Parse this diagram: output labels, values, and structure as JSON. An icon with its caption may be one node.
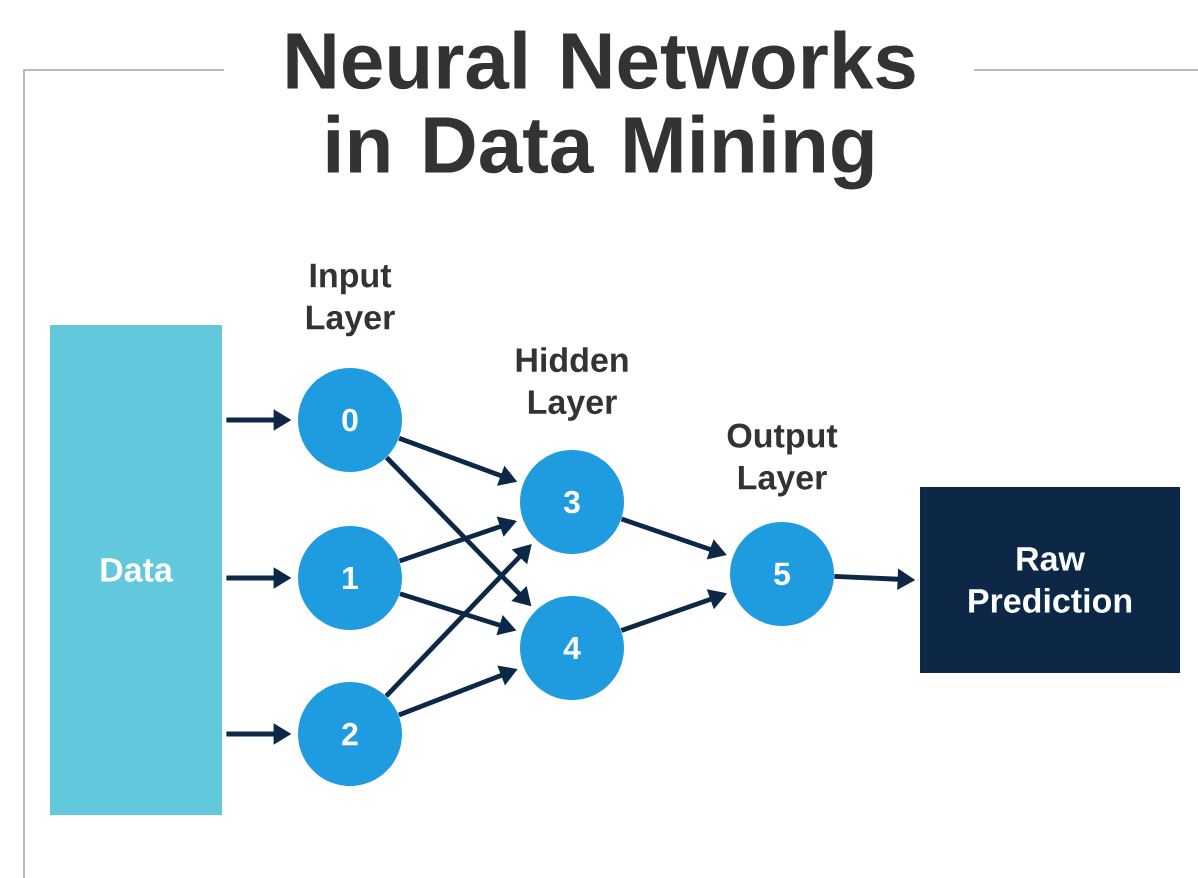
{
  "diagram": {
    "title": "Neural Networks in Data Mining",
    "nodes": [
      {
        "text": [
          "Data"
        ]
      },
      {
        "text": [
          "0"
        ]
      },
      {
        "text": [
          "1"
        ]
      },
      {
        "text": [
          "2"
        ]
      },
      {
        "text": [
          "3"
        ]
      },
      {
        "text": [
          "4"
        ]
      },
      {
        "text": [
          "5"
        ]
      },
      {
        "text": [
          "Raw Prediction"
        ]
      }
    ],
    "edges": [
      {
        "from": 0,
        "to": 1,
        "arrow": "to"
      },
      {
        "from": 0,
        "to": 2,
        "arrow": "to"
      },
      {
        "from": 0,
        "to": 3,
        "arrow": "to"
      },
      {
        "from": 1,
        "to": 4,
        "arrow": "to"
      },
      {
        "from": 1,
        "to": 5,
        "arrow": "to"
      },
      {
        "from": 2,
        "to": 4,
        "arrow": "to"
      },
      {
        "from": 2,
        "to": 5,
        "arrow": "to"
      },
      {
        "from": 3,
        "to": 4,
        "arrow": "to"
      },
      {
        "from": 3,
        "to": 5,
        "arrow": "to"
      },
      {
        "from": 4,
        "to": 6,
        "arrow": "to"
      },
      {
        "from": 5,
        "to": 6,
        "arrow": "to"
      },
      {
        "from": 6,
        "to": 7,
        "arrow": "to"
      }
    ],
    "labels": [
      "Input Layer",
      "Hidden Layer",
      "Output Layer"
    ]
  }
}
